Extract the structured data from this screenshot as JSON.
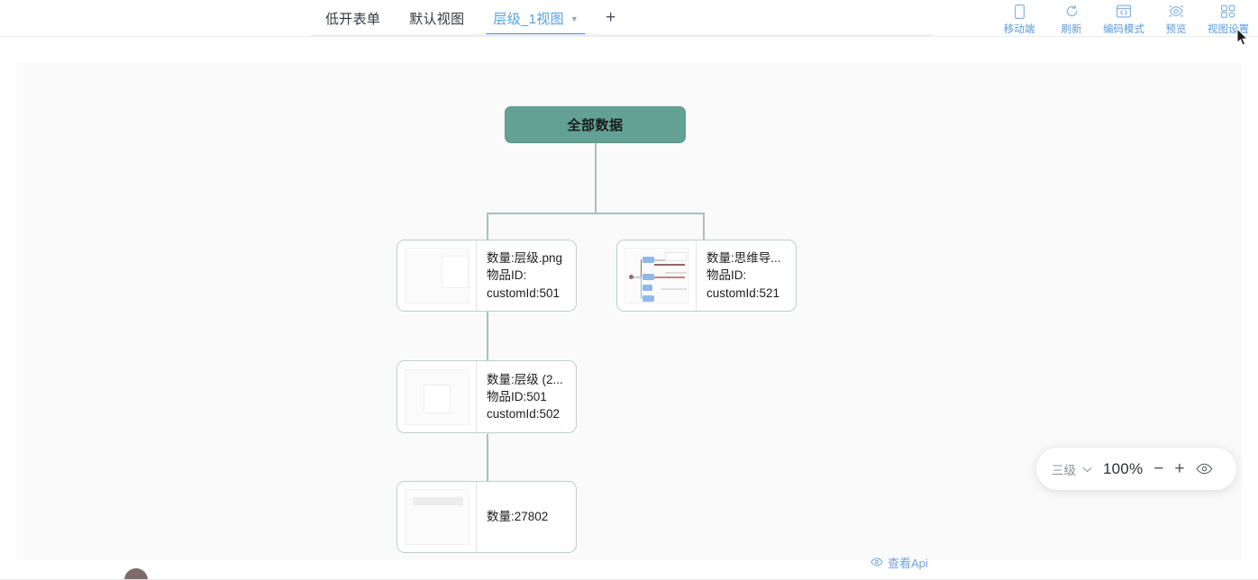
{
  "tabs": [
    {
      "label": "低开表单",
      "active": false,
      "has_caret": false
    },
    {
      "label": "默认视图",
      "active": false,
      "has_caret": false
    },
    {
      "label": "层级_1视图",
      "active": true,
      "has_caret": true
    }
  ],
  "tab_add_label": "+",
  "tools": [
    {
      "icon": "mobile-icon",
      "label": "移动端"
    },
    {
      "icon": "refresh-icon",
      "label": "刷新"
    },
    {
      "icon": "code-mode-icon",
      "label": "编码模式"
    },
    {
      "icon": "preview-eye-icon",
      "label": "预览"
    },
    {
      "icon": "view-settings-icon",
      "label": "视图设置"
    }
  ],
  "tree": {
    "root": {
      "label": "全部数据",
      "color": "#62a193"
    },
    "nodes": [
      {
        "id": "n1",
        "thumb": "blank-doc-thumb",
        "lines": [
          "数量:层级.png",
          "物品ID:",
          "customId:501"
        ]
      },
      {
        "id": "n2",
        "thumb": "mindmap-thumb",
        "lines": [
          "数量:思维导...",
          "物品ID:",
          "customId:521"
        ]
      },
      {
        "id": "n3",
        "thumb": "form-doc-thumb",
        "lines": [
          "数量:层级 (2...",
          "物品ID:501",
          "customId:502"
        ]
      },
      {
        "id": "n4",
        "thumb": "partial-thumb",
        "lines": [
          "数量:27802"
        ]
      }
    ]
  },
  "zoom_toolbar": {
    "level_label": "三级",
    "level_caret": "chevron-down-icon",
    "percent": "100%",
    "minus_label": "−",
    "plus_label": "+",
    "eye_icon": "eye-icon"
  },
  "api_link": {
    "icon": "eye-icon",
    "label": "查看Api"
  },
  "colors": {
    "accent_blue": "#5b9bd8",
    "active_tab": "#55a0e0",
    "tab_underline": "#4a92d6",
    "root_node_green": "#62a193",
    "connector_line": "#a9c0bb",
    "node_border": "#bcd0cb",
    "canvas_bg": "#fafafa"
  }
}
